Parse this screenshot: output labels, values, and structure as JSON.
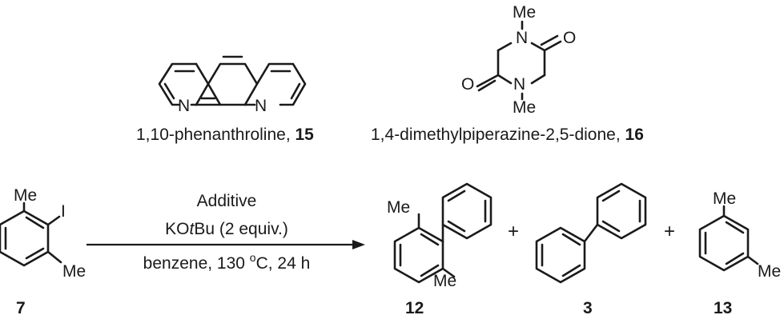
{
  "phenanthroline": {
    "atom_n": "N",
    "name": "1,10-phenanthroline, ",
    "number": "15"
  },
  "piperazinedione": {
    "atom_me": "Me",
    "atom_n": "N",
    "atom_o": "O",
    "name": "1,4-dimethylpiperazine-2,5-dione, ",
    "number": "16"
  },
  "reactant": {
    "atom_me": "Me",
    "atom_i": "I",
    "number": "7"
  },
  "conditions": {
    "line1": "Additive",
    "line2_pre": "KO",
    "line2_italic": "t",
    "line2_post": "Bu (2 equiv.)",
    "line3_pre": "benzene, 130 ",
    "line3_sup": "o",
    "line3_post": "C, 24 h"
  },
  "plus_sign": "+",
  "products": [
    {
      "number": "12",
      "atom_me": "Me"
    },
    {
      "number": "3"
    },
    {
      "number": "13",
      "atom_me": "Me"
    }
  ]
}
